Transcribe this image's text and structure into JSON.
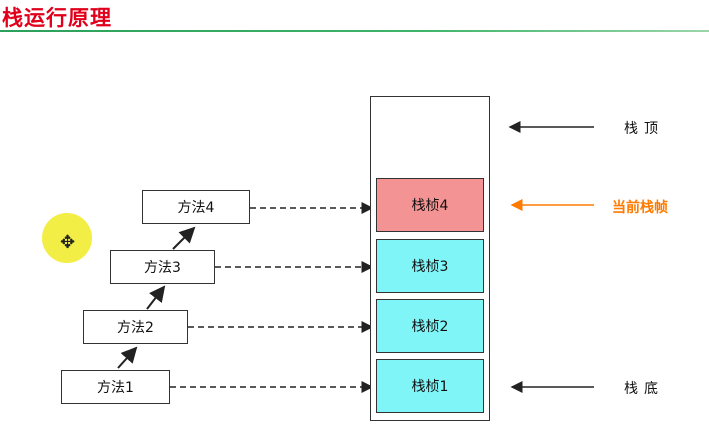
{
  "title": "栈运行原理",
  "methods": {
    "m1": "方法1",
    "m2": "方法2",
    "m3": "方法3",
    "m4": "方法4"
  },
  "frames": {
    "f1": "栈桢1",
    "f2": "栈桢2",
    "f3": "栈桢3",
    "f4": "栈桢4"
  },
  "labels": {
    "top": "栈顶",
    "current": "当前栈帧",
    "bottom": "栈底"
  },
  "colors": {
    "title": "#e0001b",
    "frame_normal": "#7ff5f7",
    "frame_current": "#f49393",
    "current_arrow": "#ff7a00"
  }
}
